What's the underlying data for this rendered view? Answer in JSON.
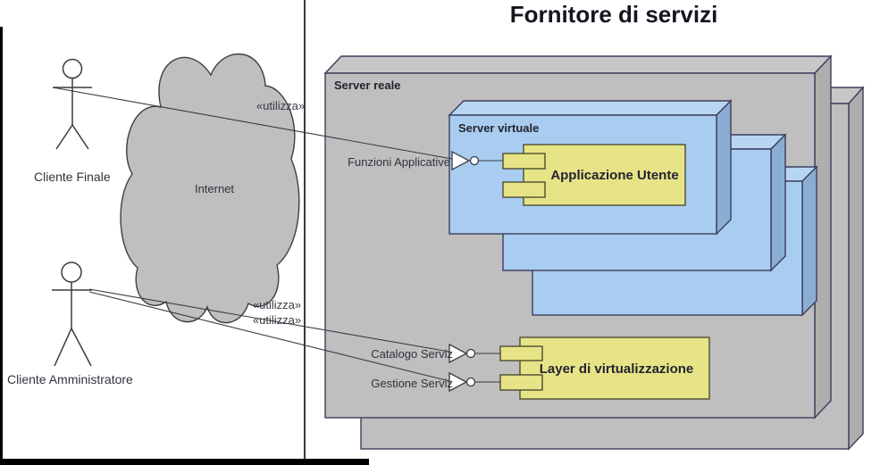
{
  "title": "Fornitore di servizi",
  "colors": {
    "box_gray": "#bfbfbf",
    "box_gray_top": "#c7c7c7",
    "box_gray_side": "#aeaeae",
    "box_blue": "#a9cdf0",
    "box_blue_top": "#b7d6f2",
    "box_blue_side": "#8badd3",
    "component_yellow": "#e7e488",
    "cloud_gray": "#bfbfbf",
    "frame_black": "#000000",
    "white": "#ffffff"
  },
  "nodes": {
    "server_reale": {
      "label": "Server reale"
    },
    "server_virtuale": {
      "label": "Server virtuale"
    }
  },
  "components": {
    "applicazione_utente": {
      "label": "Applicazione Utente"
    },
    "layer_virtualizzazione": {
      "label": "Layer di virtualizzazione"
    }
  },
  "interfaces": {
    "funzioni_applicative": {
      "label": "Funzioni Applicative"
    },
    "catalogo_servizi": {
      "label": "Catalogo Serviz"
    },
    "gestione_servizi": {
      "label": "Gestione Serviz"
    }
  },
  "actors": {
    "cliente_finale": {
      "label": "Cliente Finale"
    },
    "cliente_amministratore": {
      "label": "Cliente Amministratore"
    }
  },
  "cloud": {
    "label": "Internet"
  },
  "stereotype_labels": [
    "«utilizza»",
    "«utilizza»",
    "«utilizza»"
  ]
}
